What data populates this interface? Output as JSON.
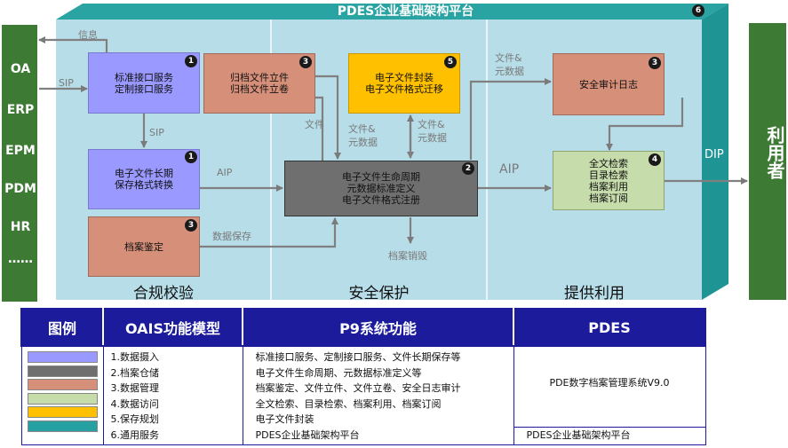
{
  "platform": {
    "title": "PDES企业基础架构平台",
    "badge": "6"
  },
  "left_systems": [
    "OA",
    "ERP",
    "EPM",
    "PDM",
    "HR",
    "……"
  ],
  "user": {
    "label": "利用者"
  },
  "sections": {
    "left": "合规校验",
    "middle": "安全保护",
    "right": "提供利用"
  },
  "boxes": {
    "interface": {
      "line1": "标准接口服务",
      "line2": "定制接口服务",
      "badge": "1"
    },
    "convert": {
      "line1": "电子文件长期",
      "line2": "保存格式转换",
      "badge": "1"
    },
    "appraise": {
      "line1": "档案鉴定",
      "badge": "3"
    },
    "archive": {
      "line1": "归档文件立件",
      "line2": "归档文件立卷",
      "badge": "3"
    },
    "seal": {
      "line1": "电子文件封装",
      "line2": "电子文件格式迁移",
      "badge": "5"
    },
    "lifecycle": {
      "line1": "电子文件生命周期",
      "line2": "元数据标准定义",
      "line3": "电子文件格式注册",
      "badge": "2"
    },
    "audit": {
      "line1": "安全审计日志",
      "badge": "3"
    },
    "search": {
      "line1": "全文检索",
      "line2": "目录检索",
      "line3": "档案利用",
      "line4": "档案订阅",
      "badge": "4"
    }
  },
  "arrow_labels": {
    "info": "信息",
    "sip_left": "SIP",
    "sip_down": "SIP",
    "aip_left": "AIP",
    "save": "数据保存",
    "file": "文件",
    "file_meta1_a": "文件&",
    "file_meta1_b": "元数据",
    "file_meta2_a": "文件&",
    "file_meta2_b": "元数据",
    "file_meta3_a": "文件&",
    "file_meta3_b": "元数据",
    "destroy": "档案销毁",
    "aip_right": "AIP",
    "dip": "DIP"
  },
  "legend": {
    "headers": [
      "图例",
      "OAIS功能模型",
      "P9系统功能",
      "PDES"
    ],
    "colors": [
      "#9999ff",
      "#6f6f6f",
      "#d6907a",
      "#c7dcab",
      "#ffc000",
      "#26a0a0"
    ],
    "oais": [
      "1.数据摄入",
      "2.档案仓储",
      "3.数据管理",
      "4.数据访问",
      "5.保存规划",
      "6.通用服务"
    ],
    "p9": [
      "标准接口服务、定制接口服务、文件长期保存等",
      "电子文件生命周期、元数据标准定义等",
      "档案鉴定、文件立件、文件立卷、安全日志审计",
      "全文检索、目录检索、档案利用、档案订阅",
      "电子文件封装",
      "PDES企业基础架构平台"
    ],
    "pdes_main": "PDE数字档案管理系统V9.0",
    "pdes_bottom": "PDES企业基础架构平台"
  }
}
